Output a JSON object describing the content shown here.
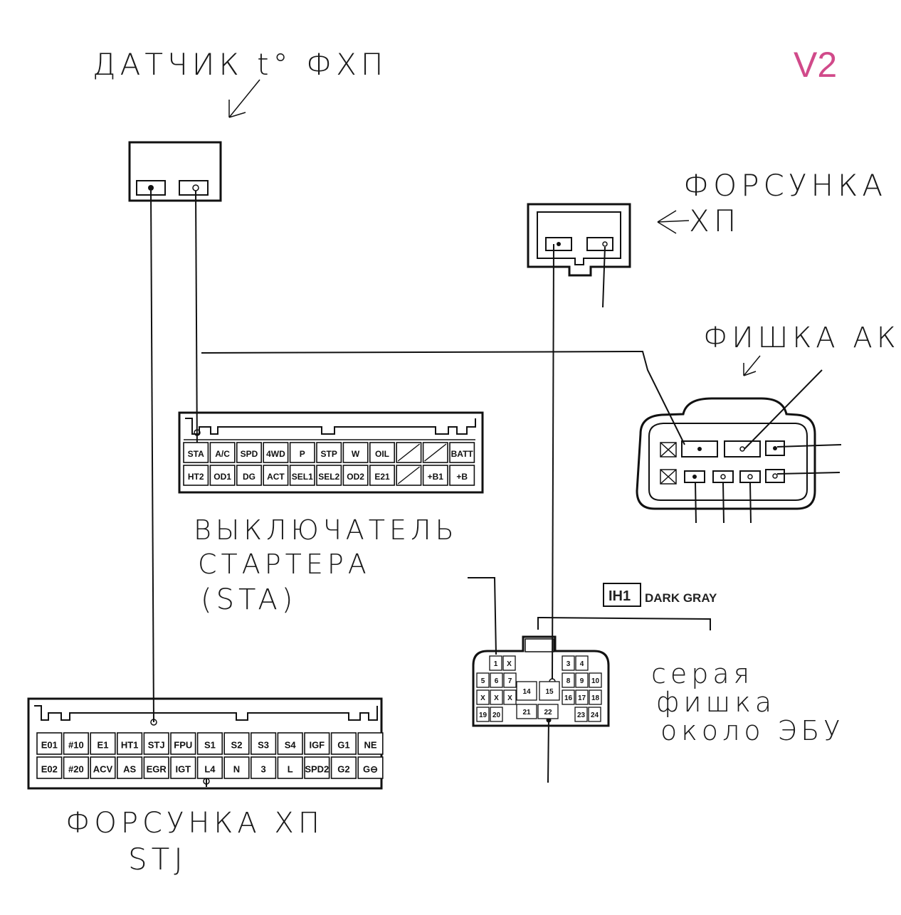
{
  "version_tag": "V2",
  "labels": {
    "temp_sensor": "ДАТЧИК t° ФХП",
    "injector_top_line1": "ФОРСУНКА",
    "injector_top_line2": "ХП",
    "akpp_plug": "ФИШКА АКПП",
    "starter_line1": "ВЫКЛЮЧАТЕЛЬ",
    "starter_line2": "СТАРТЕРА",
    "starter_line3": "(STA)",
    "grey_plug_line1": "серая",
    "grey_plug_line2": "фишка",
    "grey_plug_line3": "около ЭБУ",
    "injector_bottom_line1": "ФОРСУНКА ХП",
    "injector_bottom_line2": "STJ"
  },
  "ih1_connector": {
    "code": "IH1",
    "color_name": "DARK GRAY"
  },
  "middle_connector": {
    "row1": [
      "STA",
      "A/C",
      "SPD",
      "4WD",
      "P",
      "STP",
      "W",
      "OIL",
      "",
      "",
      "BATT"
    ],
    "row2": [
      "HT2",
      "OD1",
      "DG",
      "ACT",
      "SEL1",
      "SEL2",
      "OD2",
      "E21",
      "",
      "+B1",
      "+B"
    ]
  },
  "bottom_connector": {
    "row1": [
      "E01",
      "#10",
      "E1",
      "HT1",
      "STJ",
      "FPU",
      "S1",
      "S2",
      "S3",
      "S4",
      "IGF",
      "G1",
      "NE"
    ],
    "row2": [
      "E02",
      "#20",
      "ACV",
      "AS",
      "EGR",
      "IGT",
      "L4",
      "N",
      "3",
      "L",
      "SPD2",
      "G2",
      "G⊖"
    ]
  },
  "grey_plug_pins": {
    "r1_left": [
      "1",
      "X"
    ],
    "r1_right": [
      "3",
      "4"
    ],
    "r2_left": [
      "5",
      "6",
      "7"
    ],
    "r2_mid": [
      "15"
    ],
    "r2_right": [
      "8",
      "9",
      "10"
    ],
    "r3_left": [
      "X",
      "X",
      "X"
    ],
    "r3_mid": [
      "14"
    ],
    "r3_right": [
      "16",
      "17",
      "18"
    ],
    "r4_left": [
      "19",
      "20"
    ],
    "r4_mid": [
      "21",
      "22"
    ],
    "r4_right": [
      "23",
      "24"
    ]
  }
}
